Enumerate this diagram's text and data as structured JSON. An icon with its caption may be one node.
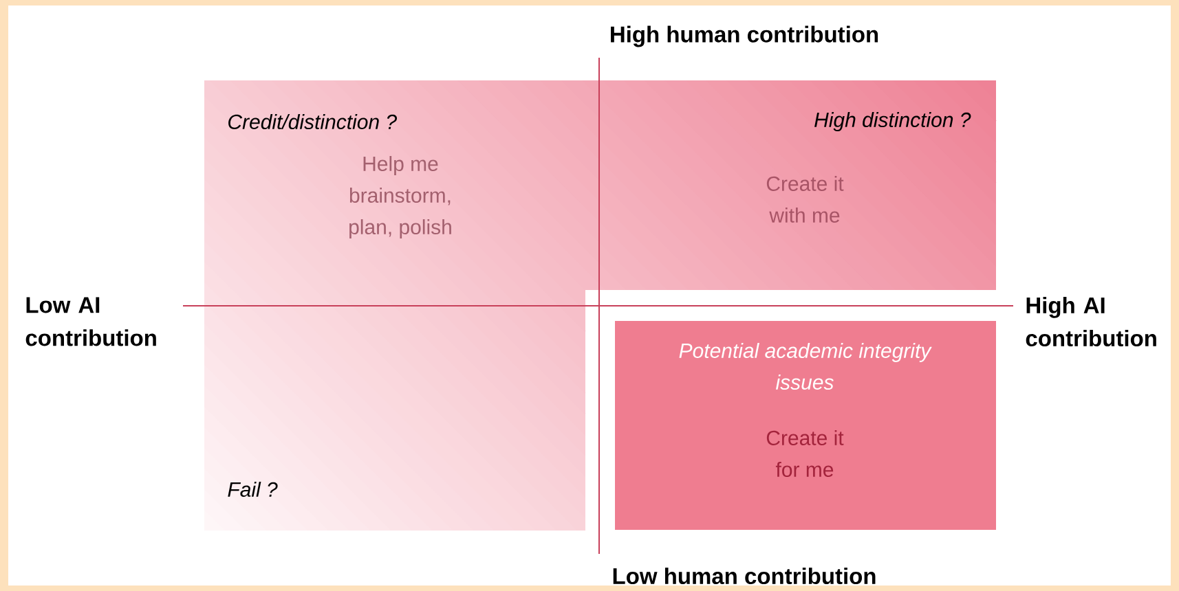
{
  "diagram": {
    "nodes": [
      {
        "text": [
          "Credit/distinction ?",
          "Help me brainstorm, plan, polish"
        ]
      },
      {
        "text": [
          "High distinction ?",
          "Create it with me"
        ]
      },
      {
        "text": [
          "Fail ?"
        ]
      },
      {
        "text": [
          "Potential academic integrity issues",
          "Create it for me"
        ]
      }
    ],
    "labels": [
      "High human contribution",
      "Low AI contribution",
      "High AI contribution",
      "Low human contribution"
    ]
  }
}
